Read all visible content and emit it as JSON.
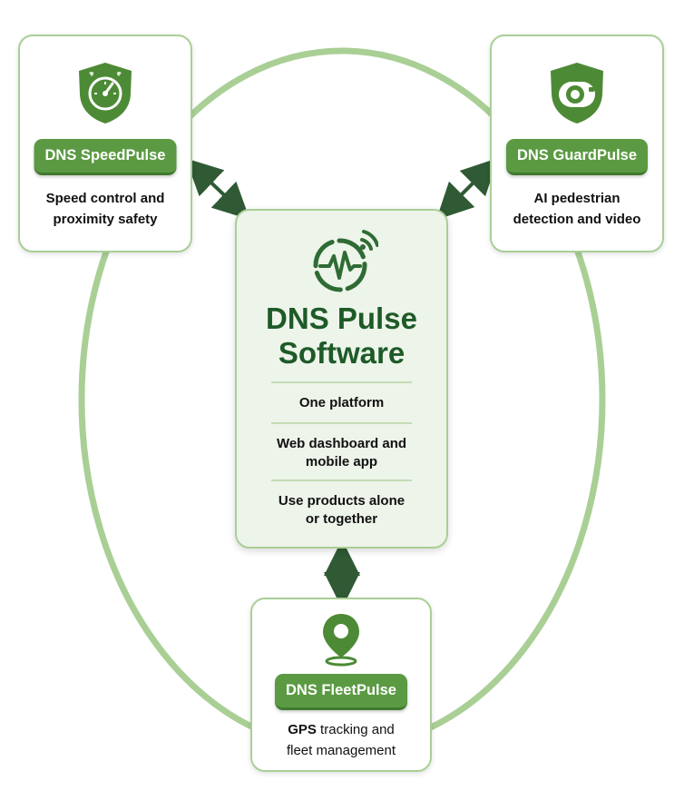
{
  "center": {
    "title_line1": "DNS Pulse",
    "title_line2": "Software",
    "items": [
      {
        "line1": "One platform",
        "line2": ""
      },
      {
        "line1": "Web dashboard and",
        "line2": "mobile app"
      },
      {
        "line1": "Use products alone",
        "line2": "or together"
      }
    ]
  },
  "speedpulse": {
    "label": "DNS SpeedPulse",
    "desc_line1": "Speed control and",
    "desc_line2": "proximity safety"
  },
  "guardpulse": {
    "label": "DNS GuardPulse",
    "desc_line1": "AI pedestrian",
    "desc_line2": "detection and video"
  },
  "fleetpulse": {
    "label": "DNS FleetPulse",
    "desc_bold": "GPS",
    "desc_rest": " tracking and",
    "desc_line2": "fleet management"
  },
  "colors": {
    "ring": "#a9cf95",
    "card_border": "#a9cf95",
    "pill": "#5b9a42",
    "icon_green": "#4d8a35",
    "title_green": "#1e5a27",
    "arrow": "#2f5a34"
  },
  "icons": {
    "speedpulse": "speedometer-shield-icon",
    "guardpulse": "camera-shield-icon",
    "fleetpulse": "location-pin-icon",
    "center": "pulse-circle-icon"
  }
}
